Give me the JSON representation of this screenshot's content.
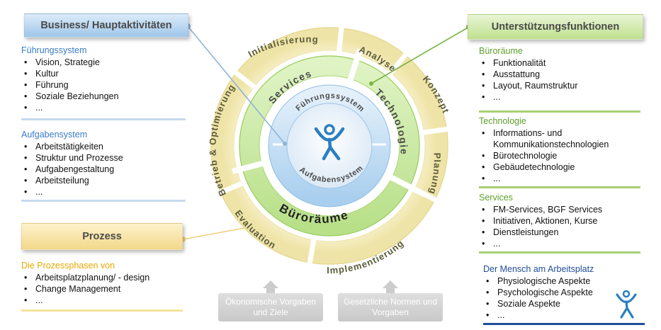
{
  "left": {
    "business_header": "Business/ Hauptaktivitäten",
    "fuehrung": {
      "title": "Führungssystem",
      "items": [
        "Vision, Strategie",
        "Kultur",
        "Führung",
        "Soziale Beziehungen",
        "..."
      ]
    },
    "aufgaben": {
      "title": "Aufgabensystem",
      "items": [
        "Arbeitstätigkeiten",
        "Struktur und Prozesse",
        "Aufgabengestaltung",
        "Arbeitsteilung",
        "..."
      ]
    },
    "prozess_header": "Prozess",
    "prozess": {
      "title": "Die Prozessphasen von",
      "items": [
        "Arbeitsplatzplanung/ - design",
        "Change Management",
        "..."
      ]
    }
  },
  "right": {
    "header": "Unterstützungsfunktionen",
    "bueroraeume": {
      "title": "Büroräume",
      "items": [
        "Funktionalität",
        "Ausstattung",
        "Layout, Raumstruktur",
        "..."
      ]
    },
    "technologie": {
      "title": "Technologie",
      "items": [
        "Informations- und",
        "Kommunikationstechnologien",
        "Bürotechnologie",
        "Gebäudetechnologie",
        "..."
      ]
    },
    "services": {
      "title": "Services",
      "items": [
        "FM-Services, BGF Services",
        "Initiativen, Aktionen, Kurse",
        "Dienstleistungen",
        "..."
      ]
    },
    "mensch": {
      "title": "Der Mensch am Arbeitsplatz",
      "items": [
        "Physiologische Aspekte",
        "Psychologische Aspekte",
        "Soziale Aspekte",
        "..."
      ]
    }
  },
  "cycle": {
    "outer": [
      "Initialisierung",
      "Analyse",
      "Konzept",
      "Planung",
      "Implementierung",
      "Evaluation",
      "Betrieb & Optimierung"
    ],
    "middle": [
      "Services",
      "Technologie",
      "Büroräume"
    ],
    "inner": [
      "Führungssystem",
      "Aufgabensystem"
    ]
  },
  "bottom": {
    "left_box": [
      "Ökonomische Vorgaben",
      "und Ziele"
    ],
    "right_box": [
      "Gesetzliche Normen und",
      "Vorgaben"
    ]
  },
  "colors": {
    "ring_outer": "#f8f2c9",
    "ring_middle": "#c9e9a2",
    "ring_inner": "#c6e1f3",
    "connector_blue": "#8db4d6",
    "connector_green": "#7cb342",
    "connector_yellow": "#f2cf7a"
  }
}
